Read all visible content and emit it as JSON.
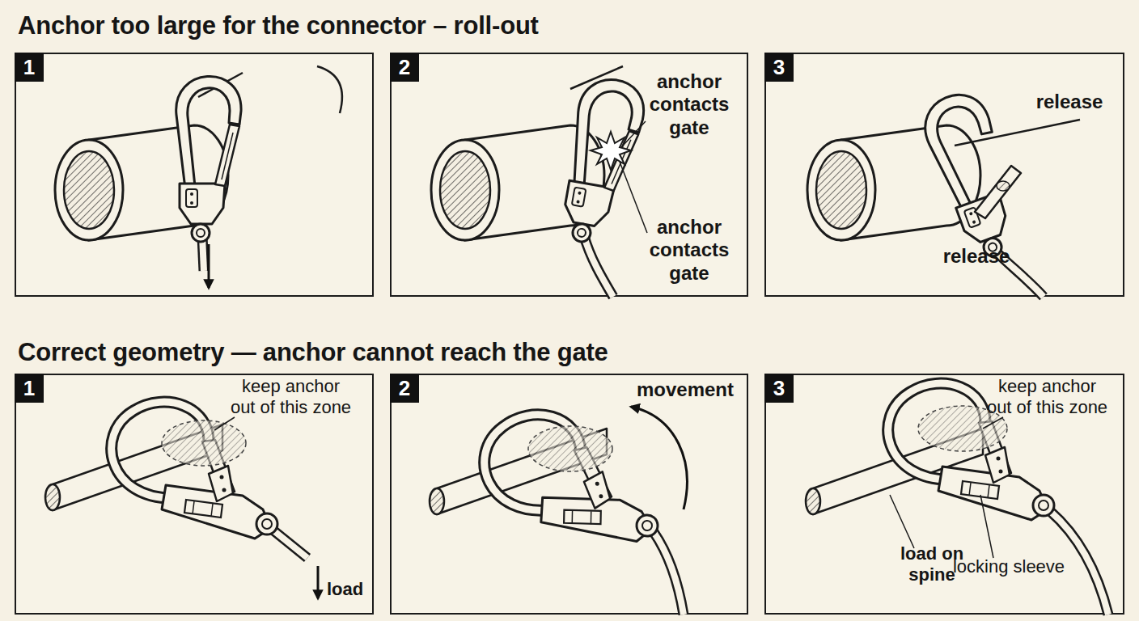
{
  "diagram": {
    "nodes": [
      {
        "text": [
          "1"
        ]
      },
      {
        "text": [
          "2",
          "anchor contacts gate",
          "anchor contacts gate"
        ]
      },
      {
        "text": [
          "3",
          "release",
          "release"
        ]
      },
      {
        "text": [
          "1",
          "keep anchor out of this zone",
          "load"
        ]
      },
      {
        "text": [
          "2",
          "movement"
        ]
      },
      {
        "text": [
          "3",
          "keep anchor out of this zone",
          "load on spine",
          "locking sleeve"
        ]
      }
    ],
    "labels": [
      "Anchor too large for the connector – roll-out",
      "Correct geometry — anchor cannot reach the gate"
    ]
  }
}
